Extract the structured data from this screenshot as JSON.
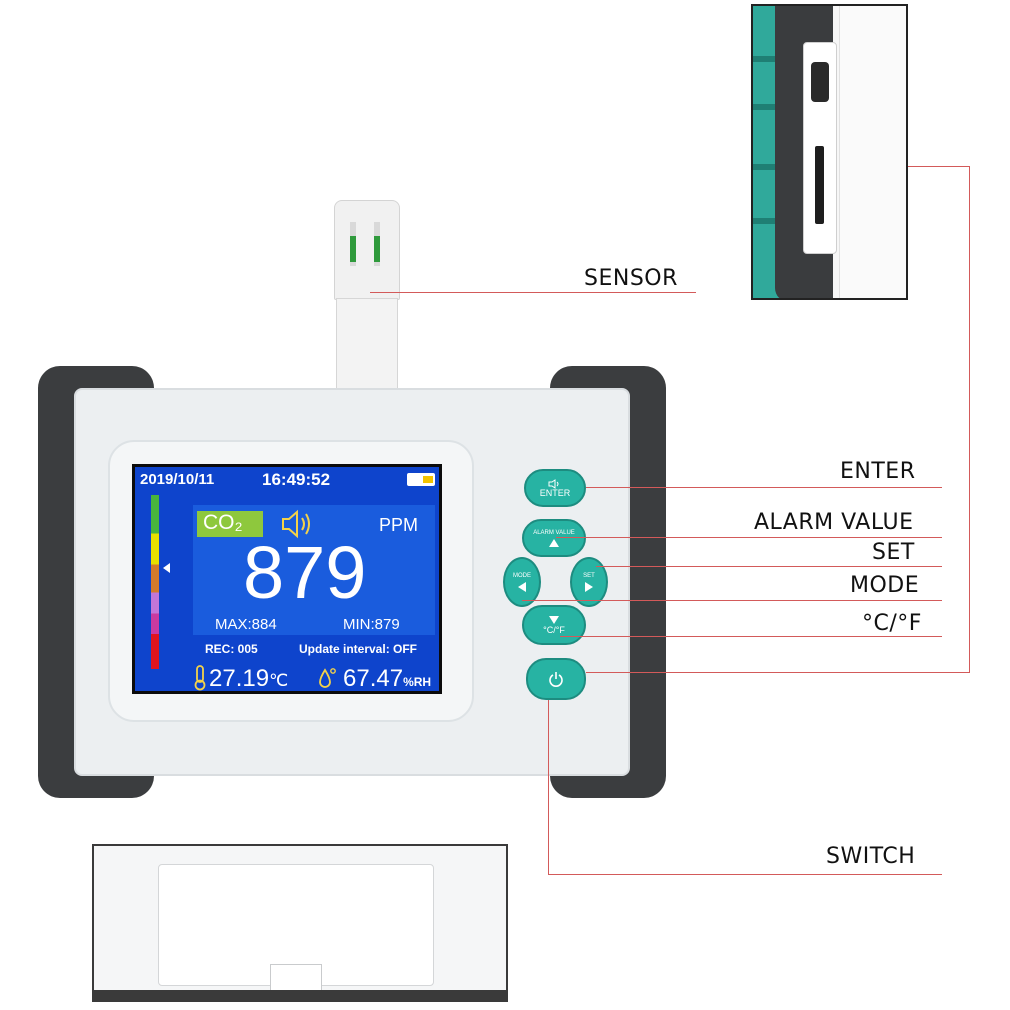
{
  "callouts": {
    "sensor": "SENSOR",
    "enter": "ENTER",
    "alarm_value": "ALARM VALUE",
    "set": "SET",
    "mode": "MODE",
    "unit": "°C/°F",
    "switch": "SWITCH"
  },
  "screen": {
    "date": "2019/10/11",
    "time": "16:49:52",
    "gas": "CO₂",
    "unit": "PPM",
    "reading": "879",
    "max": "MAX:884",
    "min": "MIN:879",
    "rec": "REC: 005",
    "update_interval": "Update interval: OFF",
    "temperature": "27.19",
    "temp_unit": "℃",
    "humidity": "67.47",
    "humidity_unit": "%RH"
  },
  "buttons": {
    "enter": "ENTER",
    "alarm_value": "ALARM VALUE",
    "mode": "MODE",
    "set": "SET",
    "unit": "°C/°F"
  },
  "colors": {
    "screen_bg": "#0e44cc",
    "co2_badge": "#8ec83d",
    "button_teal": "#27b3a3",
    "callout_line": "#d35a5a",
    "bumper": "#3b3d3f"
  },
  "icons": {
    "speaker": "speaker-icon",
    "battery": "battery-icon",
    "thermometer": "thermometer-icon",
    "droplet": "droplet-icon",
    "power": "power-icon"
  }
}
